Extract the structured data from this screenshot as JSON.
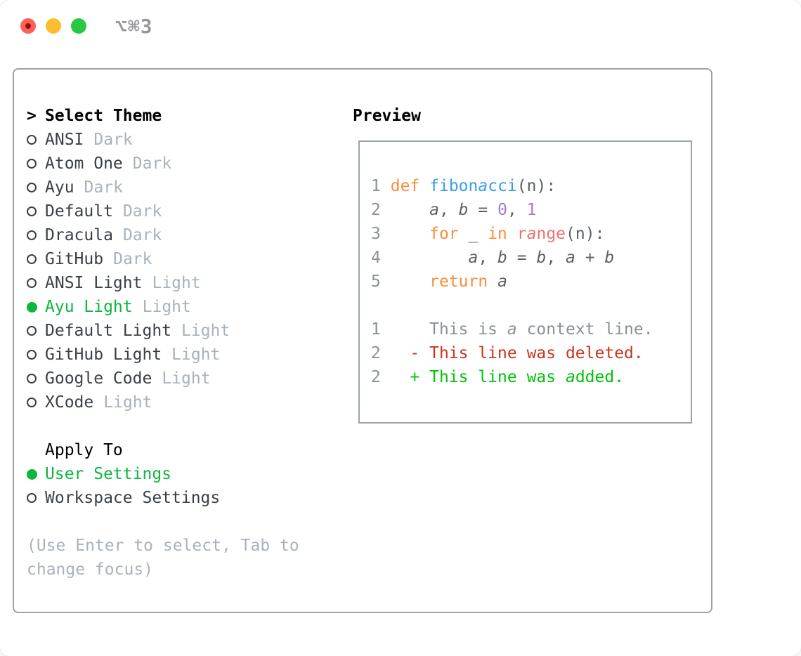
{
  "window": {
    "title": "⌥⌘3"
  },
  "colors": {
    "selection_green": "#0DB53E",
    "added_green": "#00C40A",
    "deleted_red": "#C9341D",
    "keyword_orange": "#FA8D3E",
    "function_blue": "#399EE6",
    "constant_purple": "#A37ACC",
    "call_red": "#F07171",
    "code_foreground": "#5C6166",
    "gutter_gray": "#8A9199",
    "muted_gray": "#A9B2BB",
    "border_gray": "#9AA2AC",
    "traffic_red": "#FF5F57",
    "traffic_yellow": "#FEBC2F",
    "traffic_green": "#28C840"
  },
  "theme_panel": {
    "prompt": ">",
    "header": "Select Theme",
    "items": [
      {
        "name": "ANSI",
        "variant": "Dark",
        "selected": false
      },
      {
        "name": "Atom One",
        "variant": "Dark",
        "selected": false
      },
      {
        "name": "Ayu",
        "variant": "Dark",
        "selected": false
      },
      {
        "name": "Default",
        "variant": "Dark",
        "selected": false
      },
      {
        "name": "Dracula",
        "variant": "Dark",
        "selected": false
      },
      {
        "name": "GitHub",
        "variant": "Dark",
        "selected": false
      },
      {
        "name": "ANSI Light",
        "variant": "Light",
        "selected": false
      },
      {
        "name": "Ayu Light",
        "variant": "Light",
        "selected": true
      },
      {
        "name": "Default Light",
        "variant": "Light",
        "selected": false
      },
      {
        "name": "GitHub Light",
        "variant": "Light",
        "selected": false
      },
      {
        "name": "Google Code",
        "variant": "Light",
        "selected": false
      },
      {
        "name": "XCode",
        "variant": "Light",
        "selected": false
      }
    ]
  },
  "apply_panel": {
    "header": "Apply To",
    "options": [
      {
        "label": "User Settings",
        "selected": true
      },
      {
        "label": "Workspace Settings",
        "selected": false
      }
    ]
  },
  "help": {
    "line1": "(Use Enter to select, Tab to",
    "line2": "change focus)"
  },
  "preview": {
    "header": "Preview",
    "lines": [
      {
        "num": "1",
        "tokens": [
          {
            "t": " "
          },
          {
            "t": "def",
            "c": "kw"
          },
          {
            "t": " "
          },
          {
            "t": "fibon",
            "c": "fn"
          },
          {
            "t": "a",
            "c": "fn",
            "i": true
          },
          {
            "t": "cci",
            "c": "fn"
          },
          {
            "t": "(n):"
          }
        ]
      },
      {
        "num": "2",
        "tokens": [
          {
            "t": "     "
          },
          {
            "t": "a",
            "i": true
          },
          {
            "t": ", "
          },
          {
            "t": "b",
            "i": true
          },
          {
            "t": " = "
          },
          {
            "t": "0",
            "c": "num"
          },
          {
            "t": ", "
          },
          {
            "t": "1",
            "c": "num"
          }
        ]
      },
      {
        "num": "3",
        "tokens": [
          {
            "t": "     "
          },
          {
            "t": "for",
            "c": "kw"
          },
          {
            "t": " _ "
          },
          {
            "t": "in",
            "c": "kw"
          },
          {
            "t": " "
          },
          {
            "t": "r",
            "c": "sp"
          },
          {
            "t": "a",
            "c": "sp",
            "i": true
          },
          {
            "t": "nge",
            "c": "sp"
          },
          {
            "t": "(n):"
          }
        ]
      },
      {
        "num": "4",
        "tokens": [
          {
            "t": "         "
          },
          {
            "t": "a",
            "i": true
          },
          {
            "t": ", "
          },
          {
            "t": "b",
            "i": true
          },
          {
            "t": " = "
          },
          {
            "t": "b",
            "i": true
          },
          {
            "t": ", "
          },
          {
            "t": "a",
            "i": true
          },
          {
            "t": " + "
          },
          {
            "t": "b",
            "i": true
          }
        ]
      },
      {
        "num": "5",
        "tokens": [
          {
            "t": "     "
          },
          {
            "t": "return",
            "c": "kw"
          },
          {
            "t": " "
          },
          {
            "t": "a",
            "i": true
          }
        ]
      },
      {
        "blank": true
      },
      {
        "num": "1",
        "tokens": [
          {
            "t": "     This is ",
            "c": "ctx"
          },
          {
            "t": "a",
            "c": "ctx",
            "i": true
          },
          {
            "t": " context line.",
            "c": "ctx"
          }
        ]
      },
      {
        "num": "2",
        "tokens": [
          {
            "t": "   "
          },
          {
            "t": "- This line was deleted.",
            "c": "del"
          }
        ]
      },
      {
        "num": "2",
        "tokens": [
          {
            "t": "   "
          },
          {
            "t": "+ This line was ",
            "c": "add"
          },
          {
            "t": "a",
            "c": "add",
            "i": true
          },
          {
            "t": "dded.",
            "c": "add"
          }
        ]
      }
    ]
  }
}
